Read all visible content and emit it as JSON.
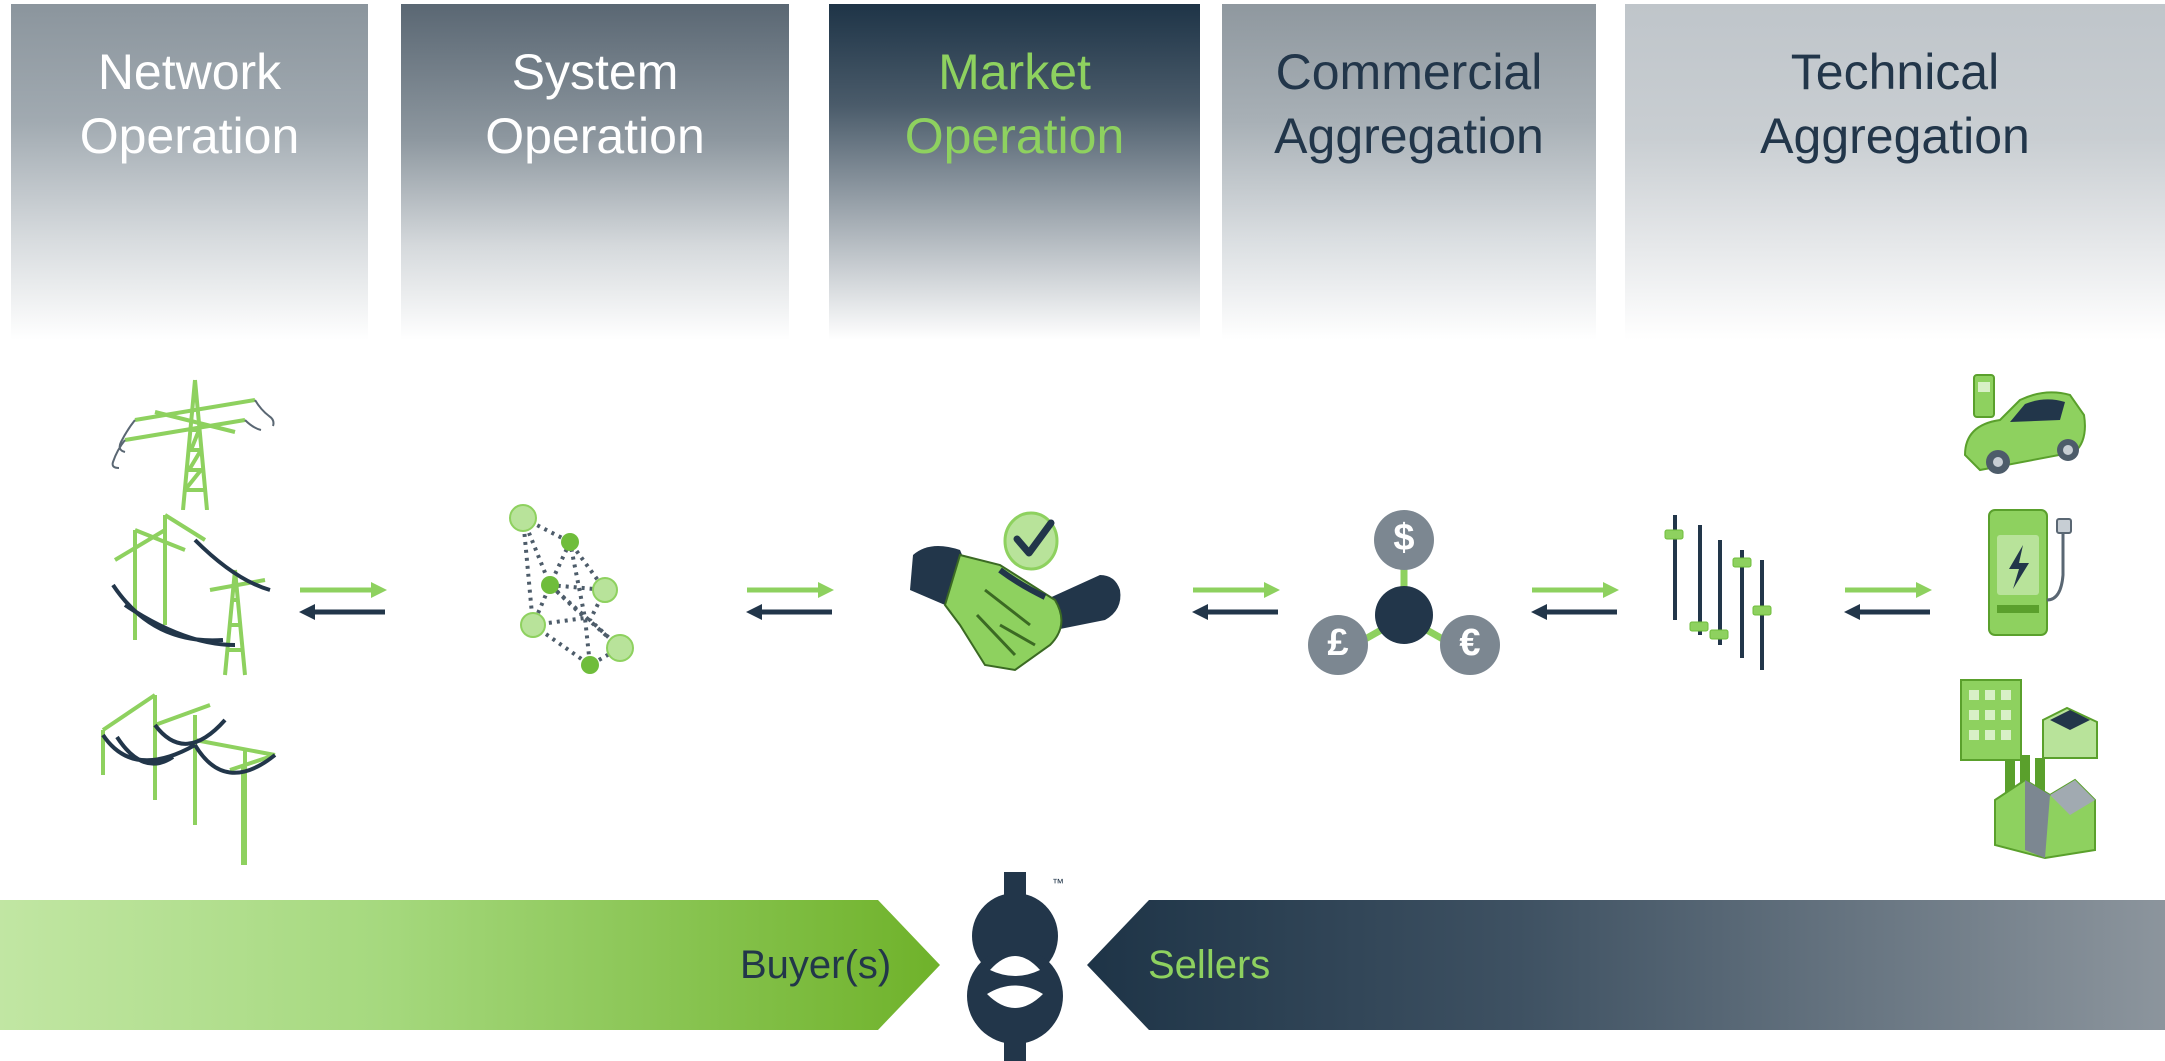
{
  "headers": [
    {
      "line1": "Network",
      "line2": "Operation"
    },
    {
      "line1": "System",
      "line2": "Operation"
    },
    {
      "line1": "Market",
      "line2": "Operation"
    },
    {
      "line1": "Commercial",
      "line2": "Aggregation"
    },
    {
      "line1": "Technical",
      "line2": "Aggregation"
    }
  ],
  "currency": {
    "top": "$",
    "left": "£",
    "right": "€"
  },
  "bottom": {
    "left_label": "Buyer(s)",
    "right_label": "Sellers",
    "trademark": "™"
  },
  "colors": {
    "green": "#8ed15f",
    "dark_navy": "#22364a",
    "grey": "#7c8791"
  }
}
